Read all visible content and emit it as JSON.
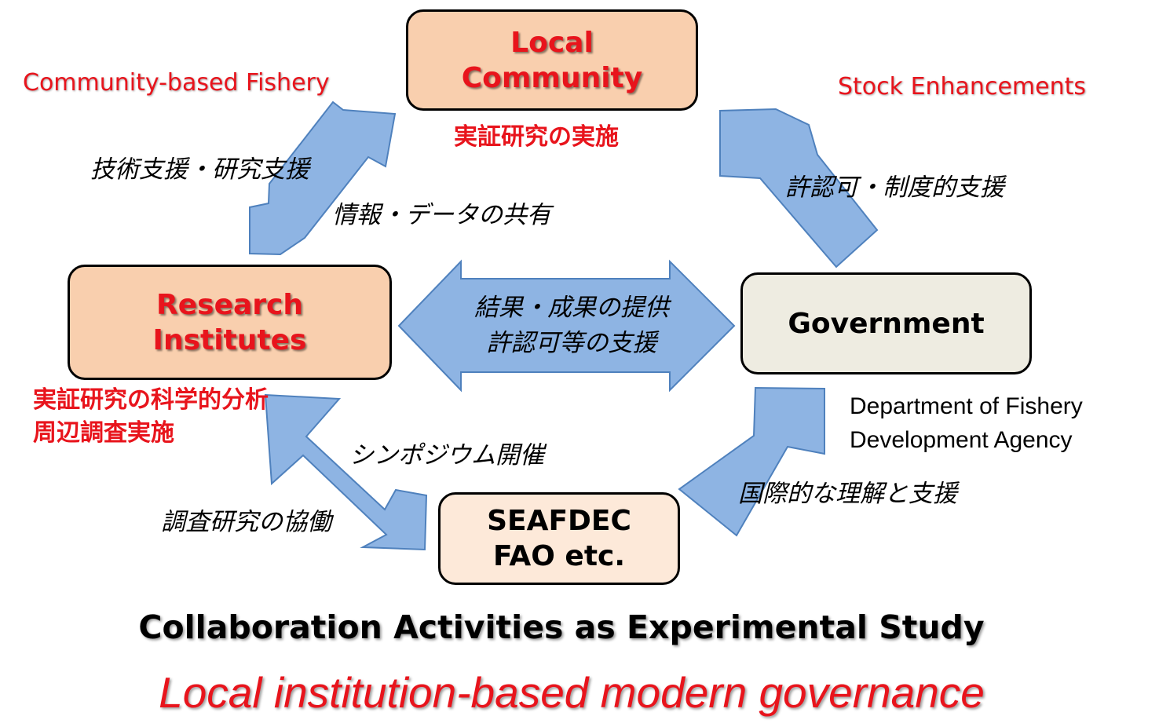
{
  "boxes": {
    "local_community": [
      "Local",
      "Community"
    ],
    "research_institutes": [
      "Research",
      "Institutes"
    ],
    "government": [
      "Government"
    ],
    "seafdec": [
      "SEAFDEC",
      "FAO etc."
    ]
  },
  "labels": {
    "community_based_fishery": "Community-based Fishery",
    "stock_enhancements": "Stock Enhancements",
    "local_community_jp": "実証研究の実施",
    "research_jp": [
      "実証研究の科学的分析",
      "周辺調査実施"
    ],
    "tech_support": "技術支援・研究支援",
    "info_sharing": "情報・データの共有",
    "permit_support": "許認可・制度的支援",
    "results_provision": [
      "結果・成果の提供",
      "許認可等の支援"
    ],
    "symposium": "シンポジウム開催",
    "joint_research": "調査研究の協働",
    "intl_support": "国際的な理解と支援",
    "department": [
      "Department of Fishery",
      "Development Agency"
    ]
  },
  "titles": {
    "main": "Collaboration Activities as Experimental Study",
    "sub": "Local institution-based modern governance"
  },
  "colors": {
    "arrow_fill": "#8eb4e3",
    "arrow_stroke": "#4f81bd",
    "peach_box": "#f9cfae",
    "gov_box": "#eeece1",
    "seafdec_box": "#fde9d9",
    "accent_red": "#e8141c"
  }
}
